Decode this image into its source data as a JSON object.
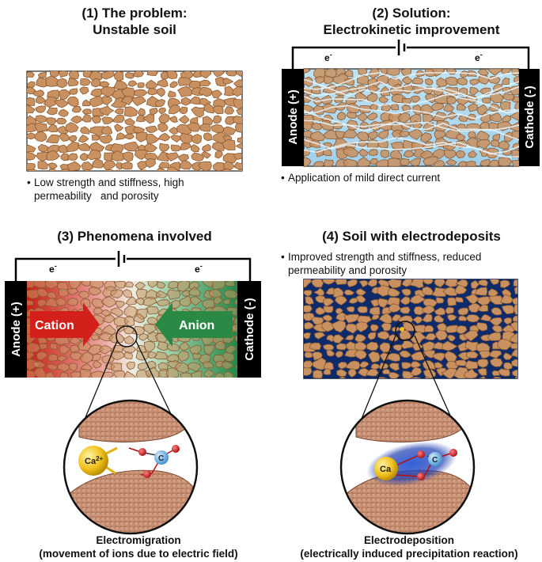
{
  "panel1": {
    "title_line1": "(1) The problem:",
    "title_line2": "Unstable soil",
    "bullet_line1": "Low strength and stiffness, high",
    "bullet_line2": "permeability   and porosity"
  },
  "panel2": {
    "title_line1": "(2) Solution:",
    "title_line2": "Electrokinetic improvement",
    "anode": "Anode (+)",
    "cathode": "Cathode (-)",
    "electron_left": "e",
    "electron_right": "e",
    "bullet": "Application of mild direct current"
  },
  "panel3": {
    "title": "(3) Phenomena involved",
    "anode": "Anode (+)",
    "cathode": "Cathode (-)",
    "electron_left": "e",
    "electron_right": "e",
    "cation": "Cation",
    "anion": "Anion",
    "ion_ca": "Ca",
    "ion_ca_charge": "2+",
    "ion_c": "C",
    "caption_line1": "Electromigration",
    "caption_line2": "(movement of ions due to electric field)"
  },
  "panel4": {
    "title": "(4) Soil with electrodeposits",
    "bullet_line1": "Improved strength and stiffness, reduced",
    "bullet_line2": "permeability and porosity",
    "ion_ca": "Ca",
    "ion_c": "C",
    "caption_line1": "Electrodeposition",
    "caption_line2": "(electrically induced precipitation reaction)"
  },
  "colors": {
    "grain": "#c9915f",
    "grain_edge": "#8a5a33",
    "electrode": "#000000",
    "cation_arrow": "#d4201a",
    "anion_arrow": "#2a8a45",
    "deposit": "#0d2a6b",
    "ca_ion": "#f2c21b",
    "c_ion": "#5aa8e0",
    "o_atom": "#c8141c"
  }
}
